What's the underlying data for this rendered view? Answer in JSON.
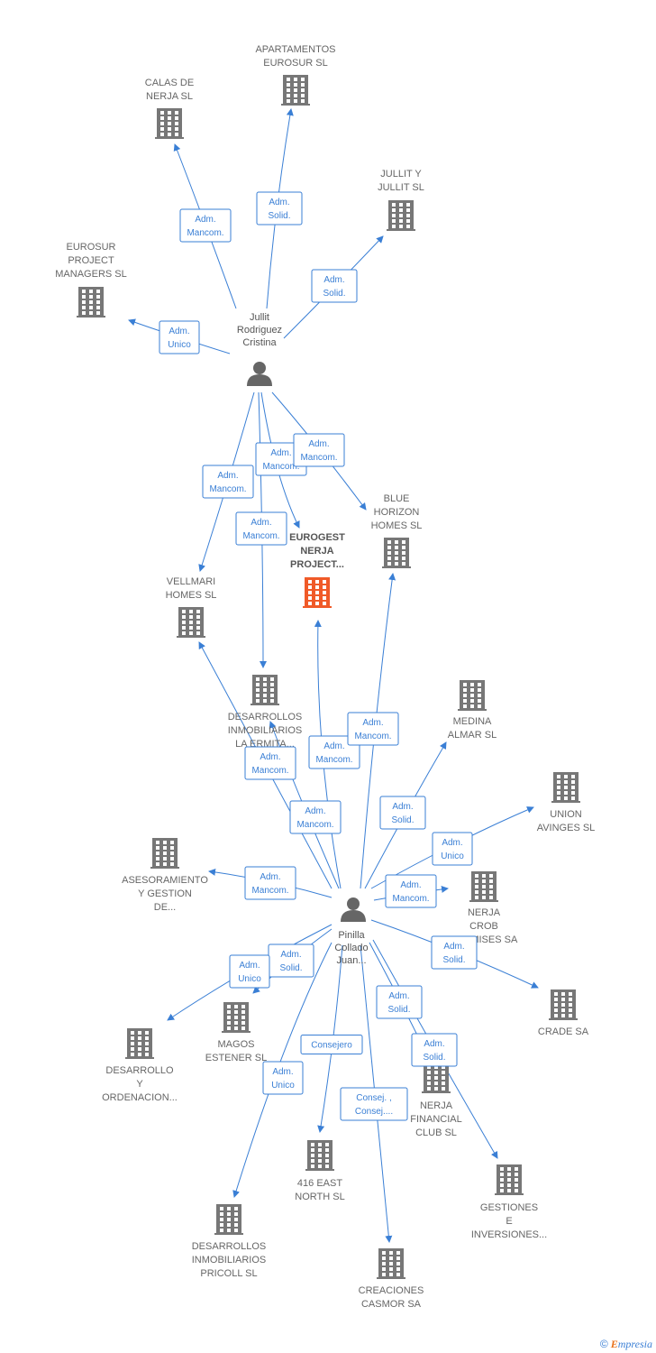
{
  "colors": {
    "edge": "#3a7fd5",
    "company": "#777777",
    "main_company": "#f05a28",
    "person": "#666666"
  },
  "persons": [
    {
      "id": "p1",
      "name_lines": [
        "Jullit",
        "Rodriguez",
        "Cristina"
      ]
    },
    {
      "id": "p2",
      "name_lines": [
        "Pinilla",
        "Collado",
        "Juan..."
      ]
    }
  ],
  "companies": [
    {
      "id": "apartamentos",
      "name_lines": [
        "APARTAMENTOS",
        "EUROSUR  SL"
      ]
    },
    {
      "id": "calas",
      "name_lines": [
        "CALAS DE",
        "NERJA  SL"
      ]
    },
    {
      "id": "jullit",
      "name_lines": [
        "JULLIT Y",
        "JULLIT  SL"
      ]
    },
    {
      "id": "eurosurpm",
      "name_lines": [
        "EUROSUR",
        "PROJECT",
        "MANAGERS  SL"
      ]
    },
    {
      "id": "blue",
      "name_lines": [
        "BLUE",
        "HORIZON",
        "HOMES  SL"
      ]
    },
    {
      "id": "eurogest",
      "name_lines": [
        "EUROGEST",
        "NERJA",
        "PROJECT..."
      ],
      "main": true
    },
    {
      "id": "vellmari",
      "name_lines": [
        "VELLMARI",
        "HOMES  SL"
      ]
    },
    {
      "id": "ermita",
      "name_lines": [
        "DESARROLLOS",
        "INMOBILIARIOS",
        "LA ERMITA..."
      ]
    },
    {
      "id": "medina",
      "name_lines": [
        "MEDINA",
        "ALMAR SL"
      ]
    },
    {
      "id": "union",
      "name_lines": [
        "UNION",
        "AVINGES  SL"
      ]
    },
    {
      "id": "asesoramiento",
      "name_lines": [
        "ASESORAMIENTO",
        "Y GESTION",
        "DE..."
      ]
    },
    {
      "id": "nerjacrob",
      "name_lines": [
        "NERJA",
        "CROB",
        "PREMISES SA"
      ]
    },
    {
      "id": "crade",
      "name_lines": [
        "CRADE SA"
      ]
    },
    {
      "id": "magos",
      "name_lines": [
        "MAGOS",
        "ESTENER  SL"
      ]
    },
    {
      "id": "ordenacion",
      "name_lines": [
        "DESARROLLO",
        "Y",
        "ORDENACION..."
      ]
    },
    {
      "id": "financial",
      "name_lines": [
        "NERJA",
        "FINANCIAL",
        "CLUB SL"
      ]
    },
    {
      "id": "gestiones",
      "name_lines": [
        "GESTIONES",
        "E",
        "INVERSIONES..."
      ]
    },
    {
      "id": "east416",
      "name_lines": [
        "416 EAST",
        "NORTH  SL"
      ]
    },
    {
      "id": "pricoll",
      "name_lines": [
        "DESARROLLOS",
        "INMOBILIARIOS",
        "PRICOLL  SL"
      ]
    },
    {
      "id": "casmor",
      "name_lines": [
        "CREACIONES",
        "CASMOR SA"
      ]
    }
  ],
  "edges": [
    {
      "from": "p1",
      "to": "calas",
      "label_lines": [
        "Adm.",
        "Mancom."
      ]
    },
    {
      "from": "p1",
      "to": "apartamentos",
      "label_lines": [
        "Adm.",
        "Solid."
      ]
    },
    {
      "from": "p1",
      "to": "jullit",
      "label_lines": [
        "Adm.",
        "Solid."
      ]
    },
    {
      "from": "p1",
      "to": "eurosurpm",
      "label_lines": [
        "Adm.",
        "Unico"
      ]
    },
    {
      "from": "p1",
      "to": "eurogest",
      "label_lines": [
        "Adm.",
        "Mancom."
      ]
    },
    {
      "from": "p1",
      "to": "blue",
      "label_lines": [
        "Adm.",
        "Mancom."
      ]
    },
    {
      "from": "p1",
      "to": "vellmari",
      "label_lines": [
        "Adm.",
        "Mancom."
      ]
    },
    {
      "from": "p1",
      "to": "ermita",
      "label_lines": [
        "Adm.",
        "Mancom."
      ]
    },
    {
      "from": "p2",
      "to": "vellmari",
      "label_lines": [
        "Adm.",
        "Mancom."
      ]
    },
    {
      "from": "p2",
      "to": "eurogest",
      "label_lines": [
        "Adm.",
        "Mancom."
      ]
    },
    {
      "from": "p2",
      "to": "blue",
      "label_lines": [
        "Adm.",
        "Mancom."
      ]
    },
    {
      "from": "p2",
      "to": "ermita",
      "label_lines": [
        "Adm.",
        "Mancom."
      ]
    },
    {
      "from": "p2",
      "to": "medina",
      "label_lines": [
        "Adm.",
        "Solid."
      ]
    },
    {
      "from": "p2",
      "to": "union",
      "label_lines": [
        "Adm.",
        "Unico"
      ]
    },
    {
      "from": "p2",
      "to": "asesoramiento",
      "label_lines": [
        "Adm.",
        "Mancom."
      ]
    },
    {
      "from": "p2",
      "to": "nerjacrob",
      "label_lines": [
        "Adm.",
        "Mancom."
      ]
    },
    {
      "from": "p2",
      "to": "crade",
      "label_lines": [
        "Adm.",
        "Solid."
      ]
    },
    {
      "from": "p2",
      "to": "magos",
      "label_lines": [
        "Adm.",
        "Solid."
      ]
    },
    {
      "from": "p2",
      "to": "ordenacion",
      "label_lines": [
        "Adm.",
        "Unico"
      ]
    },
    {
      "from": "p2",
      "to": "financial",
      "label_lines": [
        "Adm.",
        "Solid."
      ]
    },
    {
      "from": "p2",
      "to": "gestiones",
      "label_lines": [
        "Adm.",
        "Solid."
      ]
    },
    {
      "from": "p2",
      "to": "east416",
      "label_lines": [
        "Consejero"
      ]
    },
    {
      "from": "p2",
      "to": "pricoll",
      "label_lines": [
        "Adm.",
        "Unico"
      ]
    },
    {
      "from": "p2",
      "to": "casmor",
      "label_lines": [
        "Consej. ,",
        "Consej...."
      ]
    }
  ],
  "footer": {
    "copyright": "©",
    "brand_first": "E",
    "brand_rest": "mpresia"
  }
}
